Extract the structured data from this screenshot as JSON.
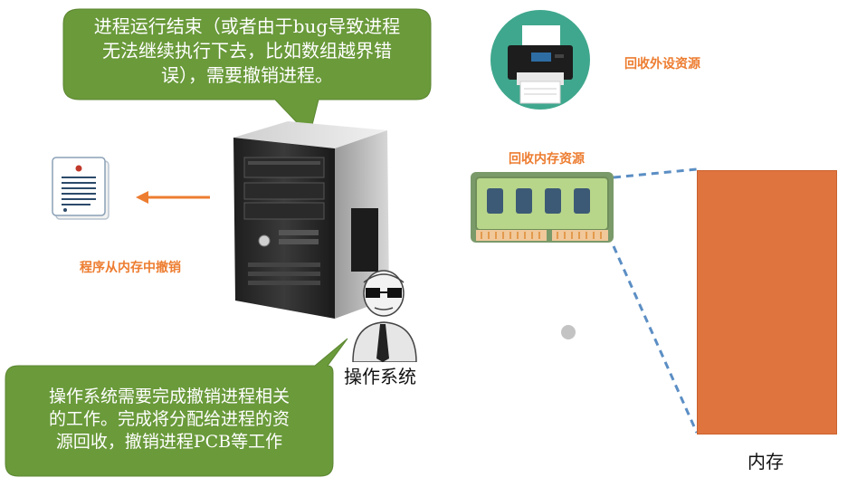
{
  "top_bubble": {
    "text": "进程运行结束（或者由于bug导致进程\n无法继续执行下去，比如数组越界错\n误），需要撤销进程。"
  },
  "bottom_bubble": {
    "text": "操作系统需要完成撤销进程相关\n的工作。完成将分配给进程的资\n源回收，撤销进程PCB等工作"
  },
  "labels": {
    "program_removed": "程序从内存中撤销",
    "recycle_peripheral": "回收外设资源",
    "recycle_memory": "回收内存资源",
    "os": "操作系统",
    "memory": "内存"
  },
  "colors": {
    "bubble_green": "#6A9A3A",
    "accent_orange": "#ED7D31",
    "memory_block": "#E0743E",
    "printer_circle": "#3FA78D",
    "dashed_line": "#5B8EC4"
  },
  "icons": {
    "document": "document-icon",
    "arrow": "arrow-left-icon",
    "server": "server-tower-icon",
    "printer": "printer-icon",
    "ram": "ram-module-icon",
    "person": "person-icon"
  }
}
